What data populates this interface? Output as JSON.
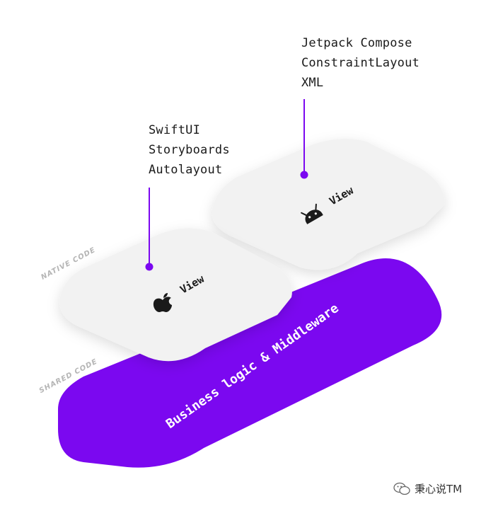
{
  "labels": {
    "native_code": "NATIVE CODE",
    "shared_code": "SHARED CODE",
    "business_logic": "Business logic & Middleware",
    "ios_view": "View",
    "android_view": "View"
  },
  "ios_frameworks": [
    "SwiftUI",
    "Storyboards",
    "Autolayout"
  ],
  "android_frameworks": [
    "Jetpack Compose",
    "ConstraintLayout",
    "XML"
  ],
  "watermark": {
    "text": "秉心说TM",
    "icon": "wechat-icon"
  },
  "icons": {
    "ios": "apple-icon",
    "android": "android-icon"
  },
  "colors": {
    "accent": "#7B08F0",
    "card": "#F2F2F2",
    "label_grey": "#B5B5B5",
    "text": "#1A1A1A"
  }
}
